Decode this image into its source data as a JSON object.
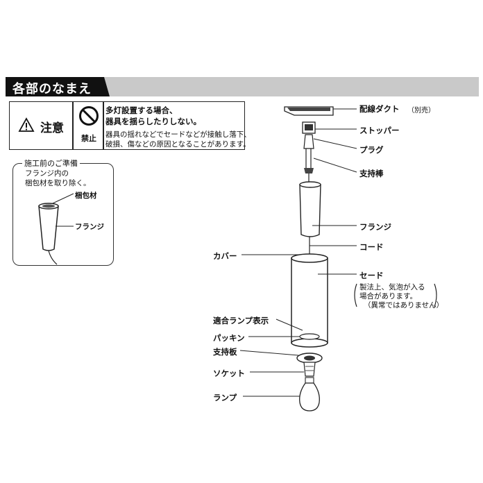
{
  "header": {
    "title": "各部のなまえ"
  },
  "caution": {
    "label": "注意",
    "warning_icon": "warning-triangle-icon",
    "prohibit_icon": "prohibition-icon",
    "prohibit_label": "禁止",
    "line1": "多灯設置する場合、",
    "line2": "器具を揺らしたりしない。",
    "line3": "器具の揺れなどでセードなどが接触し落下、",
    "line4": "破損、傷などの原因となることがあります。"
  },
  "prep": {
    "title": "施工前のご準備",
    "line1": "フランジ内の",
    "line2": "梱包材を取り除く。",
    "packing_label": "梱包材",
    "flange_label": "フランジ"
  },
  "parts": {
    "duct": "配線ダクト",
    "duct_sub": "（別売）",
    "stopper": "ストッパー",
    "plug": "プラグ",
    "rod": "支持棒",
    "flange": "フランジ",
    "cord": "コード",
    "shade": "セード",
    "shade_note1": "製法上、気泡が入る",
    "shade_note2": "場合があります。",
    "shade_note3": "（異常ではありません）",
    "cover": "カバー",
    "indicator": "適合ランプ表示",
    "packing": "パッキン",
    "plate": "支持板",
    "socket": "ソケット",
    "lamp": "ランプ"
  }
}
